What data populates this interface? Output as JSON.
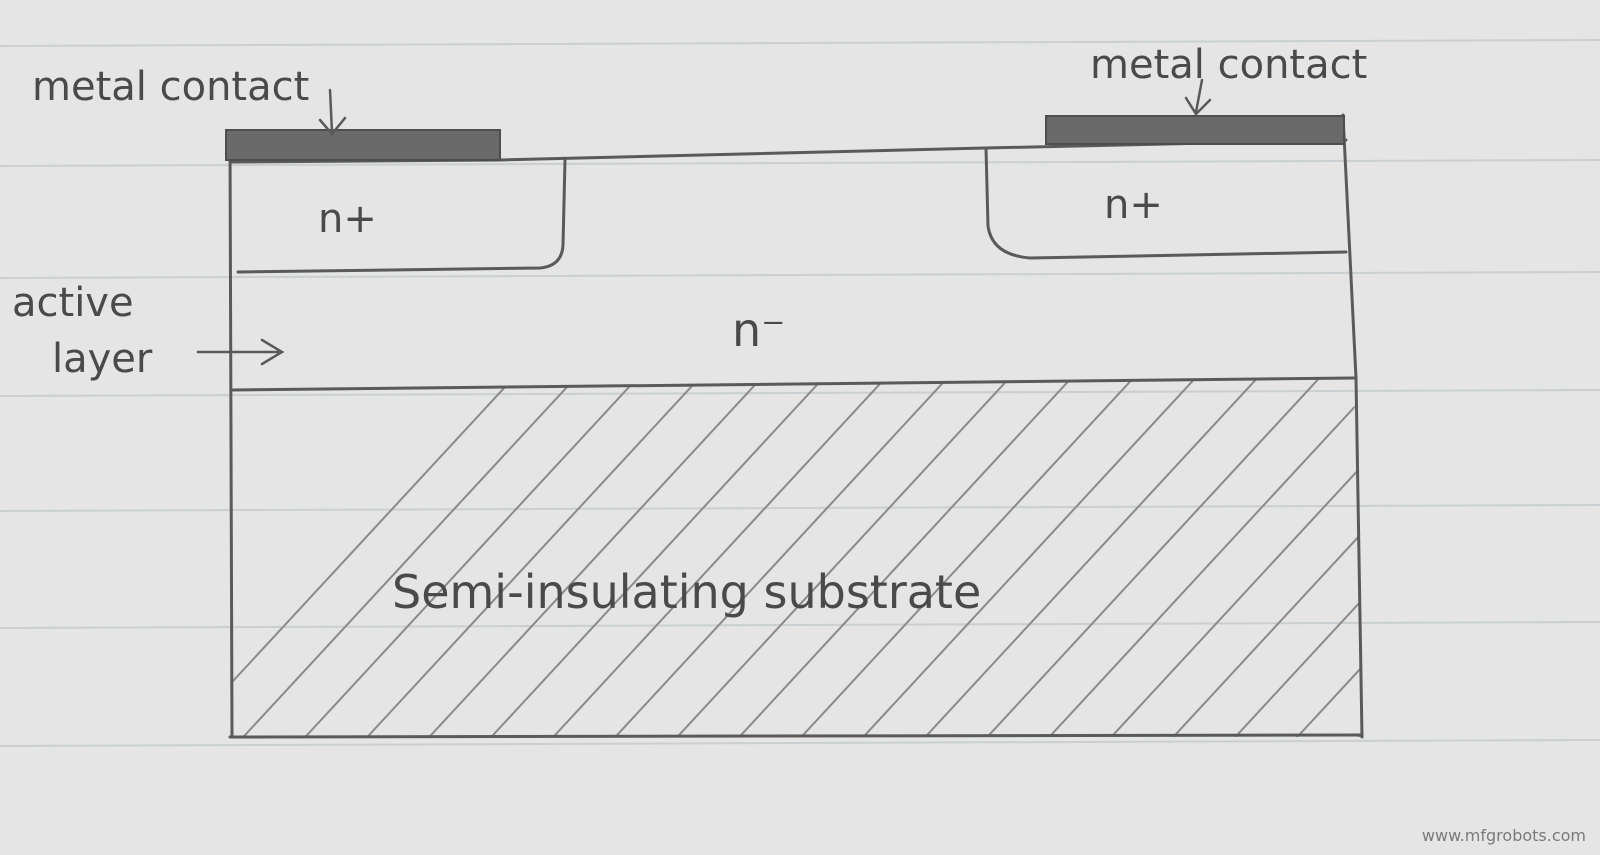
{
  "diagram": {
    "labels": {
      "metal_contact_left": "metal contact",
      "metal_contact_right": "metal contact",
      "n_plus_left": "n+",
      "n_plus_right": "n+",
      "n_minus": "n⁻",
      "active_layer_line1": "active",
      "active_layer_line2": "layer",
      "substrate": "Semi-insulating substrate"
    },
    "watermark": "www.mfgrobots.com"
  },
  "colors": {
    "paper": "#e4e5e4",
    "ruled_line": "#c9cfd2",
    "pencil": "#5a5a5a",
    "metal": "#6a6a6a",
    "hatch": "#8a8a8a"
  }
}
